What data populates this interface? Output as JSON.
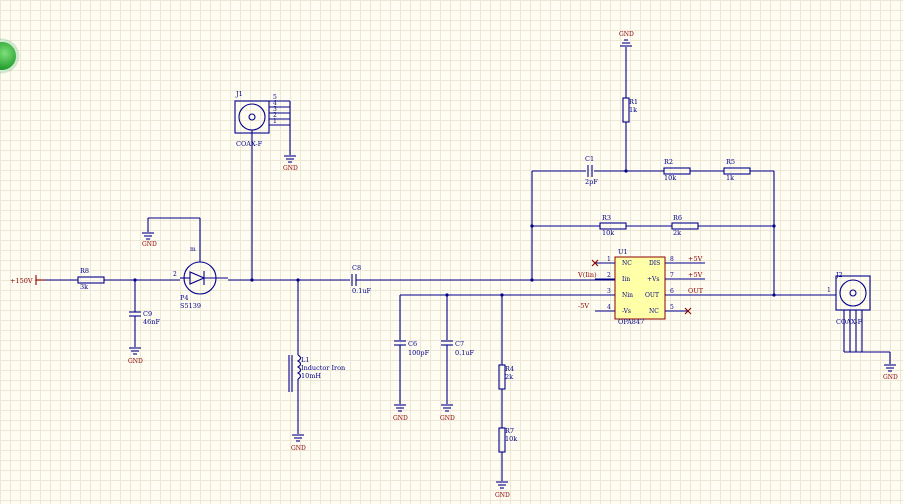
{
  "net_labels": {
    "input_voltage": "+150V",
    "vin": "V(Iin)",
    "neg5": "-5V",
    "pos5_top": "+5V",
    "pos5_mid": "+5V",
    "out": "OUT"
  },
  "ground_label": "GND",
  "components": {
    "R1": {
      "ref": "R1",
      "value": "1k"
    },
    "R2": {
      "ref": "R2",
      "value": "10k"
    },
    "R3": {
      "ref": "R3",
      "value": "10k"
    },
    "R4": {
      "ref": "R4",
      "value": "2k"
    },
    "R5": {
      "ref": "R5",
      "value": "1k"
    },
    "R6": {
      "ref": "R6",
      "value": "2k"
    },
    "R7": {
      "ref": "R7",
      "value": "10k"
    },
    "R8": {
      "ref": "R8",
      "value": "3k"
    },
    "C1": {
      "ref": "C1",
      "value": "2pF"
    },
    "C6": {
      "ref": "C6",
      "value": "100pF"
    },
    "C7": {
      "ref": "C7",
      "value": "0.1uF"
    },
    "C8": {
      "ref": "C8",
      "value": "0.1uF"
    },
    "C9": {
      "ref": "C9",
      "value": "46nF"
    },
    "L1": {
      "ref": "L1",
      "value1": "Inductor Iron",
      "value2": "10mH"
    },
    "P4": {
      "ref": "P4",
      "value": "S5139"
    },
    "J1": {
      "ref": "J1",
      "value": "COAX-F"
    },
    "J2": {
      "ref": "J2",
      "value": "COAX-F"
    },
    "U1": {
      "ref": "U1",
      "value": "OPA847"
    }
  },
  "opamp_pins": {
    "nc_left": "NC",
    "iin": "Iin",
    "nin": "Nin",
    "neg_vs": "-Vs",
    "dis": "DIS",
    "pos_vs": "+Vs",
    "out": "OUT",
    "nc_right": "NC"
  },
  "pin_numbers": {
    "u1_1": "1",
    "u1_2": "2",
    "u1_3": "3",
    "u1_4": "4",
    "u1_5": "5",
    "u1_6": "6",
    "u1_7": "7",
    "u1_8": "8",
    "p4_anode": "2",
    "p4_mid": "m",
    "j2_pin": "1",
    "j1_a": "5",
    "j1_b": "4",
    "j1_c": "3",
    "j1_d": "2",
    "j1_e": "1"
  }
}
